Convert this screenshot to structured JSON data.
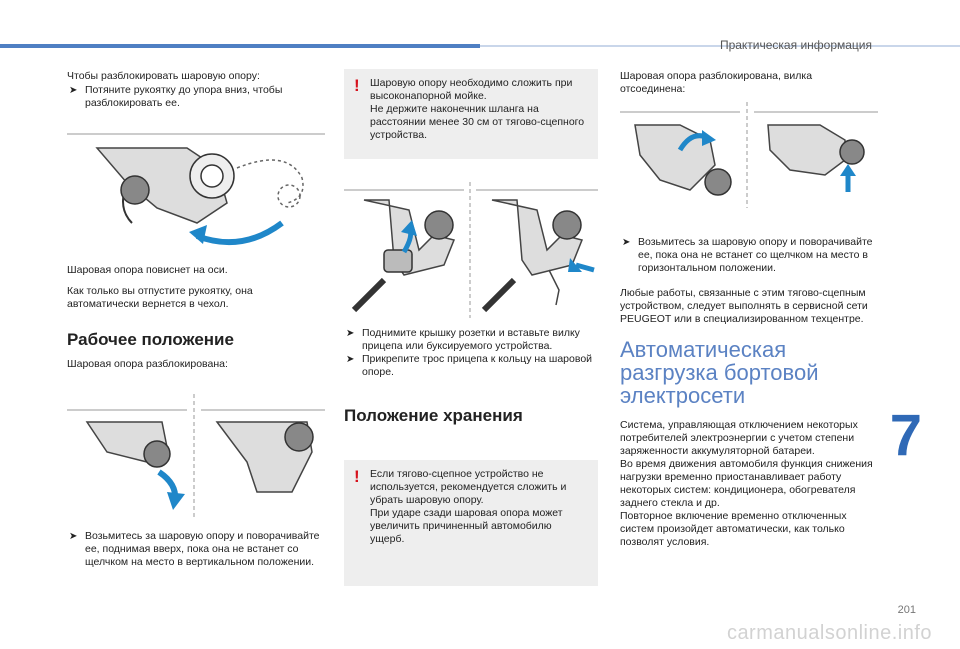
{
  "header": {
    "title": "Практическая информация"
  },
  "chapter": "7",
  "page_number": "201",
  "watermark": "carmanualsonline.info",
  "col1": {
    "intro": "Чтобы разблокировать шаровую опору:",
    "bullet1": "Потяните рукоятку до упора вниз, чтобы разблокировать ее.",
    "caption1": "Шаровая опора повиснет на оси.",
    "para1": "Как только вы отпустите рукоятку, она автоматически вернется в чехол.",
    "heading": "Рабочее положение",
    "para2": "Шаровая опора разблокирована:",
    "bullet2": "Возьмитесь за шаровую опору и поворачивайте ее, поднимая вверх, пока она не встанет со щелчком на место в вертикальном положении."
  },
  "col2": {
    "warning1": "Шаровую опору необходимо сложить при высоконапорной мойке.\nНе держите наконечник шланга на расстоянии менее 30 см от тягово-сцепного устройства.",
    "bullet1": "Поднимите крышку розетки и вставьте вилку прицепа или буксируемого устройства.",
    "bullet2": "Прикрепите трос прицепа к кольцу на шаровой опоре.",
    "heading": "Положение хранения",
    "warning2": "Если тягово-сцепное устройство не используется, рекомендуется сложить и убрать шаровую опору.\nПри ударе сзади шаровая опора может увеличить причиненный автомобилю ущерб."
  },
  "col3": {
    "intro": "Шаровая опора разблокирована, вилка отсоединена:",
    "bullet1": "Возьмитесь за шаровую опору и поворачивайте ее, пока она не встанет со щелчком на место в горизонтальном положении.",
    "para1": "Любые работы, связанные с этим тягово-сцепным устройством, следует выполнять в сервисной сети PEUGEOT или в специализированном техцентре.",
    "heading": "Автоматическая разгрузка бортовой электросети",
    "para2": "Система, управляющая отключением некоторых потребителей электроэнергии с учетом степени заряженности аккумуляторной батареи.\nВо время движения автомобиля функция снижения нагрузки временно приостанавливает работу некоторых систем: кондиционера, обогревателя заднего стекла и др.\nПовторное включение временно отключенных систем произойдет автоматически, как только позволят условия."
  },
  "icons": {
    "bullet": "arrow-bullet-icon",
    "warning": "exclamation-icon"
  },
  "colors": {
    "accent": "#4f7fc3",
    "heading_blue": "#5b82c3",
    "warning_red": "#d6121d",
    "arrow_blue": "#1f87c9"
  }
}
